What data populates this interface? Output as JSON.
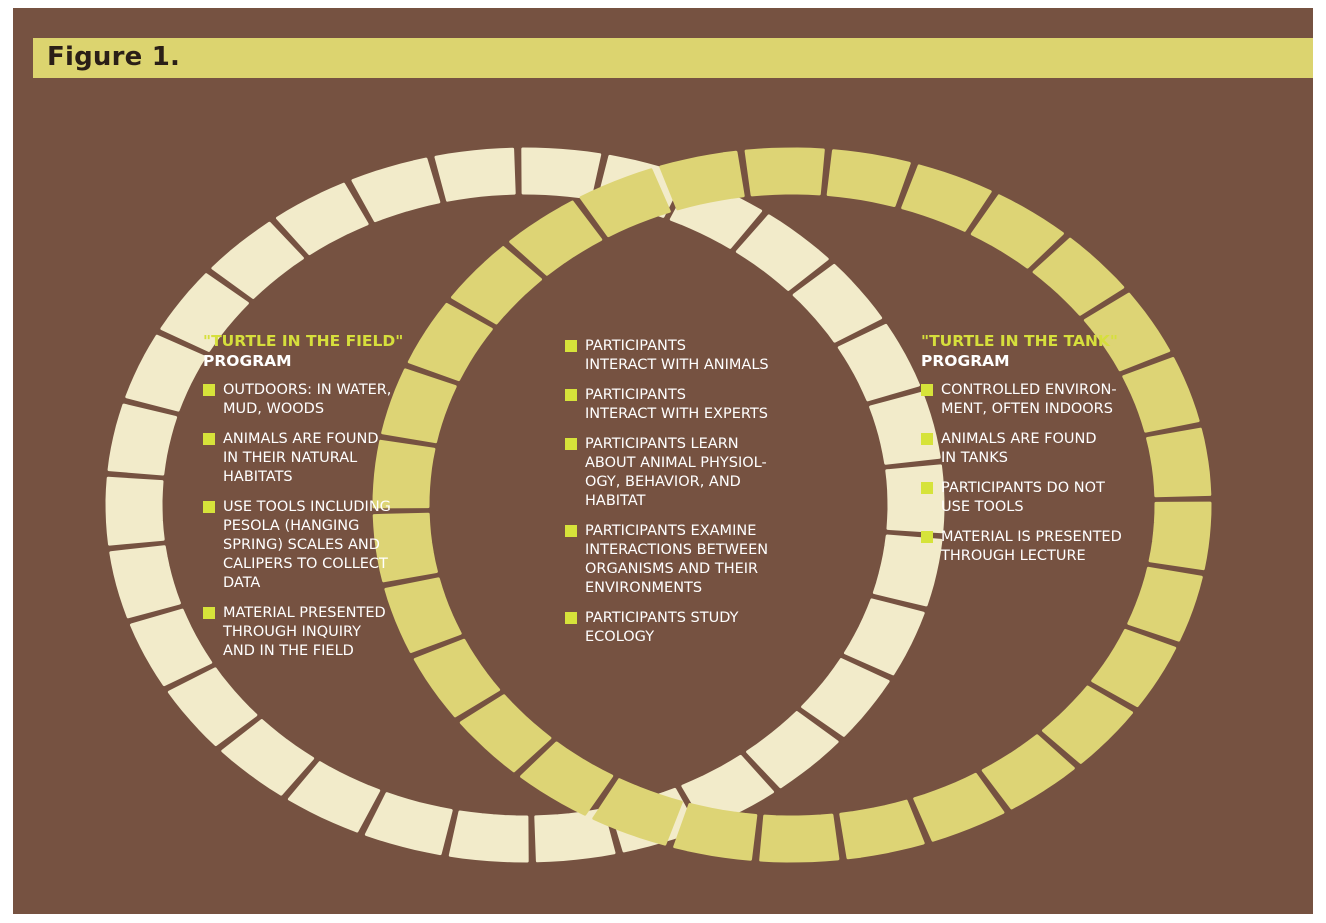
{
  "figure": {
    "title": "Figure 1."
  },
  "colors": {
    "background": "#765241",
    "title_bar": "#dcd46f",
    "left_ring": "#f2ebca",
    "right_ring": "#ddd475",
    "bullet": "#d6e33a",
    "heading_accent": "#d6df3c"
  },
  "left": {
    "heading_line1": "\"TURTLE IN THE FIELD\"",
    "heading_line2": "PROGRAM",
    "items": [
      {
        "text": "OUTDOORS: IN WATER,\nMUD,  WOODS"
      },
      {
        "text": "ANIMALS ARE FOUND\nIN THEIR NATURAL\nHABITATS"
      },
      {
        "text": "USE TOOLS INCLUDING\nPESOLA  (HANGING\nSPRING) SCALES AND\nCALIPERS TO COLLECT\nDATA"
      },
      {
        "text": "MATERIAL PRESENTED\nTHROUGH INQUIRY\nAND IN THE FIELD"
      }
    ]
  },
  "middle": {
    "items": [
      {
        "text": "PARTICIPANTS\nINTERACT WITH ANIMALS"
      },
      {
        "text": "PARTICIPANTS\nINTERACT WITH EXPERTS"
      },
      {
        "text": "PARTICIPANTS LEARN\nABOUT ANIMAL PHYSIOL-\nOGY, BEHAVIOR, AND\nHABITAT"
      },
      {
        "text": "PARTICIPANTS EXAMINE\nINTERACTIONS BETWEEN\nORGANISMS AND THEIR\nENVIRONMENTS"
      },
      {
        "text": "PARTICIPANTS STUDY\nECOLOGY"
      }
    ]
  },
  "right": {
    "heading_line1": "\"TURTLE IN THE TANK\"",
    "heading_line2": "PROGRAM",
    "items": [
      {
        "text": "CONTROLLED ENVIRON-\nMENT, OFTEN INDOORS"
      },
      {
        "text": "ANIMALS ARE FOUND\nIN TANKS"
      },
      {
        "text": "PARTICIPANTS DO NOT\nUSE TOOLS"
      },
      {
        "text": "MATERIAL IS PRESENTED\nTHROUGH LECTURE"
      }
    ]
  }
}
